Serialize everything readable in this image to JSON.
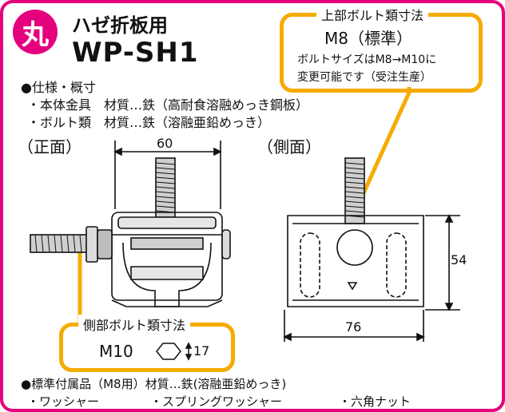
{
  "header": {
    "badge": "丸",
    "title": "ハゼ折板用",
    "model": "WP-SH1"
  },
  "specs": {
    "heading": "●仕様・概寸",
    "lines": [
      "・本体金具　材質…鉄（高耐食溶融めっき鋼板）",
      "・ボルト類　材質…鉄（溶融亜鉛めっき）"
    ]
  },
  "views": {
    "front": "（正面）",
    "side": "（側面）"
  },
  "upper_bolt": {
    "title": "上部ボルト類寸法",
    "size": "M8（標準）",
    "note_line1": "ボルトサイズはM8→M10に",
    "note_line2": "変更可能です（受注生産）"
  },
  "side_bolt": {
    "title": "側部ボルト類寸法",
    "size": "M10",
    "hex_dimension": "17"
  },
  "dimensions": {
    "front_width": "60",
    "side_width": "76",
    "side_height": "54"
  },
  "accessories": {
    "heading": "●標準付属品（M8用）材質…鉄(溶融亜鉛めっき)",
    "items": [
      "・ワッシャー",
      "・スプリングワッシャー",
      "・六角ナット"
    ]
  },
  "colors": {
    "border": "#e5007e",
    "callout": "#f6ab00",
    "line": "#111111"
  }
}
